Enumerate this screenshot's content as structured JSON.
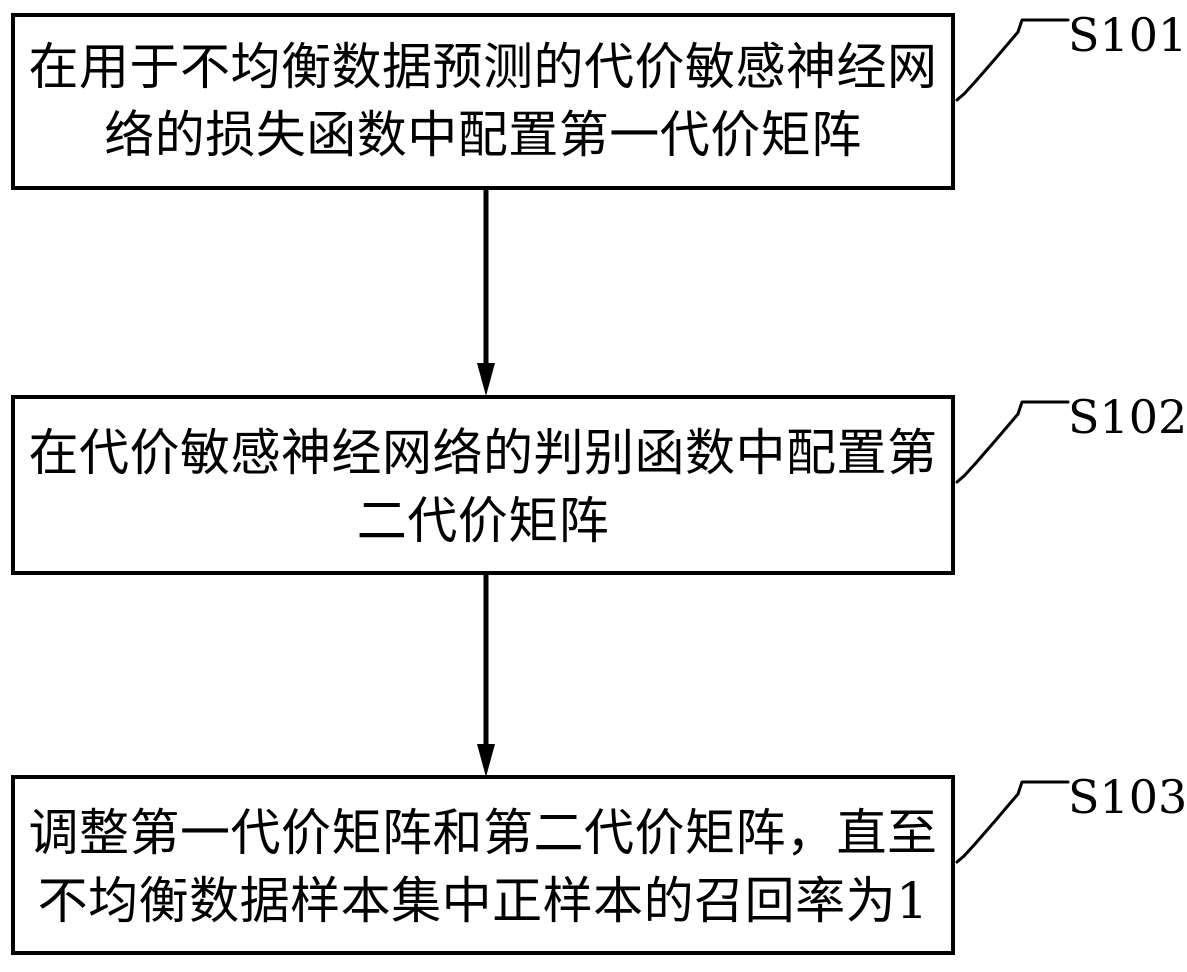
{
  "diagram": {
    "type": "flowchart",
    "orientation": "vertical",
    "language": "zh-CN",
    "line_color": "#000000",
    "background_color": "#ffffff",
    "steps": [
      {
        "id": "S101",
        "label": "S101",
        "text": "在用于不均衡数据预测的代价敏感神经网\n络的损失函数中配置第一代价矩阵",
        "line1": "在用于不均衡数据预测的代价敏感神经网",
        "line2": "络的损失函数中配置第一代价矩阵"
      },
      {
        "id": "S102",
        "label": "S102",
        "text": "在代价敏感神经网络的判别函数中配置第\n二代价矩阵",
        "line1": "在代价敏感神经网络的判别函数中配置第",
        "line2": "二代价矩阵"
      },
      {
        "id": "S103",
        "label": "S103",
        "text": "调整第一代价矩阵和第二代价矩阵，直至\n不均衡数据样本集中正样本的召回率为1",
        "line1": "调整第一代价矩阵和第二代价矩阵，直至",
        "line2": "不均衡数据样本集中正样本的召回率为1"
      }
    ],
    "connectors": [
      {
        "from": "S101",
        "to": "S102",
        "arrowhead": "filled-triangle"
      },
      {
        "from": "S102",
        "to": "S103",
        "arrowhead": "filled-triangle"
      }
    ]
  }
}
